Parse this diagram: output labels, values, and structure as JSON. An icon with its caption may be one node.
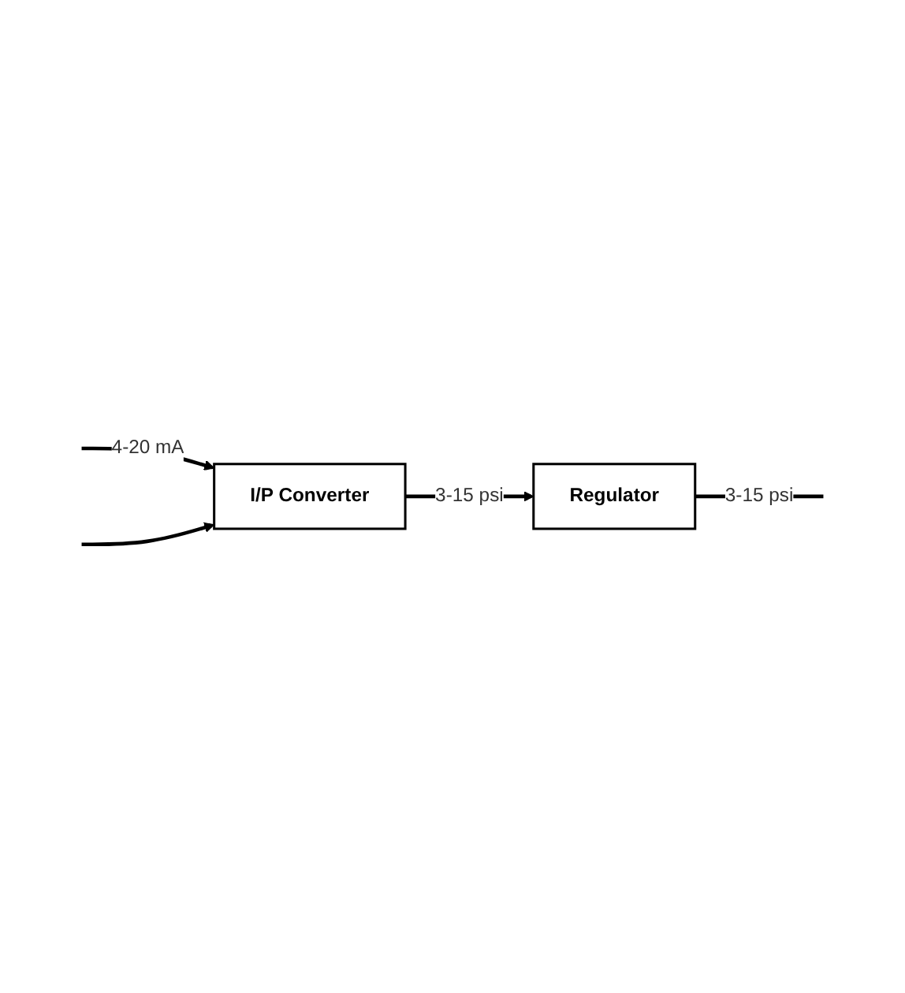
{
  "diagram": {
    "nodes": [
      {
        "text": [
          "Regulator"
        ]
      },
      {
        "text": [
          "I/P Converter"
        ]
      }
    ],
    "edges": [
      {
        "from": null,
        "to": 1,
        "arrow": "to",
        "label": "4-20 mA"
      },
      {
        "from": null,
        "to": 1,
        "arrow": "to"
      },
      {
        "from": 1,
        "to": 0,
        "arrow": "to",
        "label": "3-15 psi"
      },
      {
        "from": 0,
        "to": null,
        "arrow": "none",
        "label": "3-15 psi"
      }
    ]
  }
}
